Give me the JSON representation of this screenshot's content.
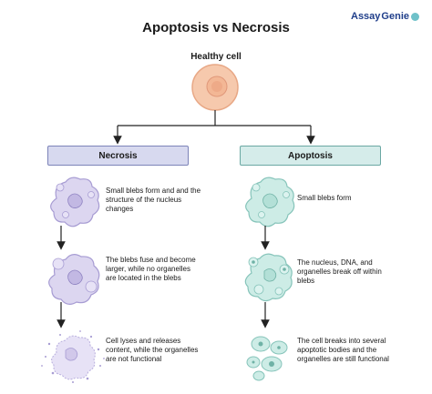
{
  "title": "Apoptosis vs Necrosis",
  "logo": {
    "assay": "Assay",
    "genie": "Genie"
  },
  "healthy_cell_label": "Healthy cell",
  "necrosis": {
    "label": "Necrosis",
    "steps": [
      {
        "text": "Small blebs form and and the structure of the nucleus changes"
      },
      {
        "text": "The blebs fuse and become larger, while no organelles are located in the blebs"
      },
      {
        "text": "Cell lyses and releases content, while the organelles are not functional"
      }
    ]
  },
  "apoptosis": {
    "label": "Apoptosis",
    "steps": [
      {
        "text": "Small blebs form"
      },
      {
        "text": "The nucleus, DNA, and organelles break off within blebs"
      },
      {
        "text": "The cell breaks into several apoptotic bodies and the organelles are still functional"
      }
    ]
  },
  "colors": {
    "healthy_fill": "#f6c9ad",
    "necrosis_fill": "#dcd6f0",
    "necrosis_box": "#d7d9ef",
    "apoptosis_fill": "#cdece6",
    "apoptosis_box": "#d5ecea"
  }
}
